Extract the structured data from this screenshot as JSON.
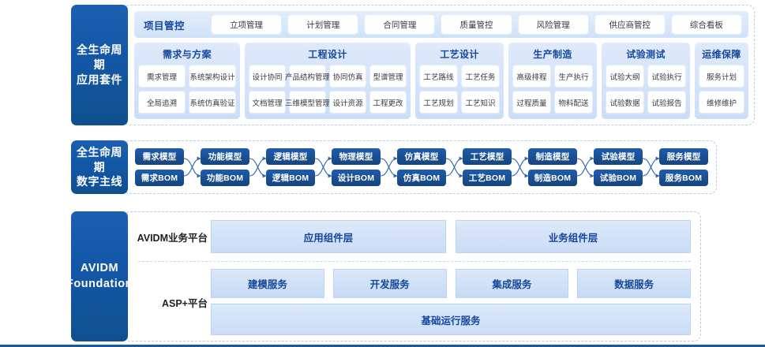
{
  "sections": {
    "suite": {
      "sidebar_line1": "全生命周期",
      "sidebar_line2": "应用套件",
      "project_control": {
        "title": "项目管控",
        "items": [
          "立项管理",
          "计划管理",
          "合同管理",
          "质量管控",
          "风险管理",
          "供应商管控",
          "综合看板"
        ]
      },
      "domains": [
        {
          "title": "需求与方案",
          "items": [
            "需求管理",
            "系统架构设计",
            "全局追溯",
            "系统仿真验证"
          ]
        },
        {
          "title": "工程设计",
          "items": [
            "设计协同",
            "产品结构管理",
            "协同仿真",
            "型谱管理",
            "文档管理",
            "三维模型管理",
            "设计资源",
            "工程更改"
          ]
        },
        {
          "title": "工艺设计",
          "items": [
            "工艺路线",
            "工艺任务",
            "工艺规划",
            "工艺知识"
          ]
        },
        {
          "title": "生产制造",
          "items": [
            "高级排程",
            "生产执行",
            "过程质量",
            "物料配送"
          ]
        },
        {
          "title": "试验测试",
          "items": [
            "试验大纲",
            "试验执行",
            "试验数据",
            "试验报告"
          ]
        },
        {
          "title": "运维保障",
          "items": [
            "服务计划",
            "维修维护"
          ]
        }
      ]
    },
    "thread": {
      "sidebar_line1": "全生命周期",
      "sidebar_line2": "数字主线",
      "stages": [
        {
          "model": "需求模型",
          "bom": "需求BOM"
        },
        {
          "model": "功能模型",
          "bom": "功能BOM"
        },
        {
          "model": "逻辑模型",
          "bom": "逻辑BOM"
        },
        {
          "model": "物理模型",
          "bom": "设计BOM"
        },
        {
          "model": "仿真模型",
          "bom": "仿真BOM"
        },
        {
          "model": "工艺模型",
          "bom": "工艺BOM"
        },
        {
          "model": "制造模型",
          "bom": "制造BOM"
        },
        {
          "model": "试验模型",
          "bom": "试验BOM"
        },
        {
          "model": "服务模型",
          "bom": "服务BOM"
        }
      ]
    },
    "foundation": {
      "sidebar_line1": "AVIDM",
      "sidebar_line2": "Foundation",
      "business_platform": {
        "label": "AVIDM业务平台",
        "layers": [
          "应用组件层",
          "业务组件层"
        ]
      },
      "asp_platform": {
        "label": "ASP+平台",
        "services": [
          "建模服务",
          "开发服务",
          "集成服务",
          "数据服务"
        ],
        "base_service": "基础运行服务"
      }
    }
  },
  "colors": {
    "sidebar_blue": "#1257a6",
    "node_blue": "#1e5cab",
    "title_blue": "#15479b",
    "chip_fill": "#ffffff",
    "panel_border": "#b9cde6",
    "bottom_rule": "#1558a8"
  }
}
